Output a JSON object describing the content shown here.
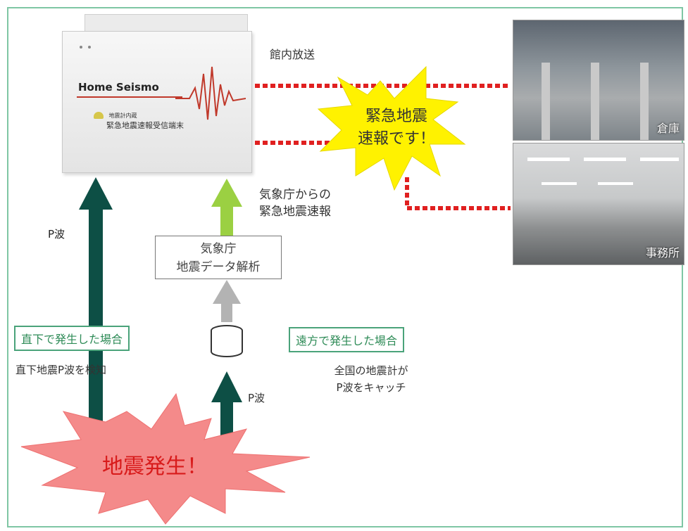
{
  "device": {
    "brand": "Home Seismo",
    "sub_small": "地震計内蔵",
    "sub_label": "緊急地震速報受信端末"
  },
  "broadcast_label": "館内放送",
  "alert_text_line1": "緊急地震",
  "alert_text_line2": "速報です！",
  "warehouse_label": "倉庫",
  "office_label": "事務所",
  "jma_message": {
    "line1": "気象庁からの",
    "line2": "緊急地震速報"
  },
  "jma_box": {
    "line1": "気象庁",
    "line2": "地震データ解析"
  },
  "p_wave_left": "P波",
  "p_wave_right": "P波",
  "case_direct": "直下で発生した場合",
  "case_direct_desc": "直下地震P波を検知",
  "case_remote": "遠方で発生した場合",
  "remote_desc": {
    "line1": "全国の地震計が",
    "line2": "P波をキャッチ"
  },
  "quake_text": "地震発生！",
  "colors": {
    "dark_arrow": "#0d4f45",
    "light_green_arrow": "#9bd042",
    "gray_arrow": "#b3b3b3",
    "red_dots": "#e02020",
    "burst_yellow": "#fff200",
    "burst_pink": "#f48a8a",
    "frame": "#7fc6a4"
  }
}
